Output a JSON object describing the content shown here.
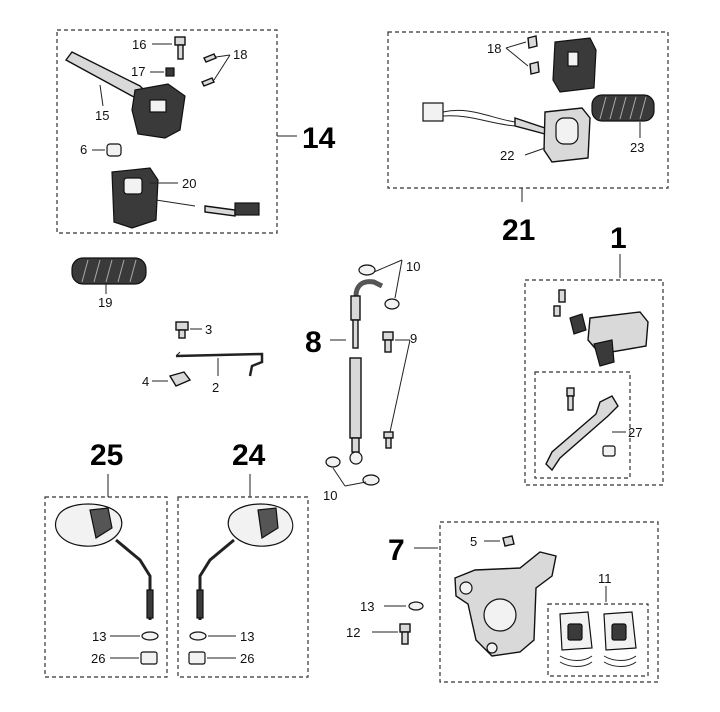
{
  "groups": {
    "g1": "1",
    "g7": "7",
    "g8": "8",
    "g14": "14",
    "g21": "21",
    "g24": "24",
    "g25": "25"
  },
  "labels": {
    "n2": "2",
    "n3": "3",
    "n4": "4",
    "n5": "5",
    "n6": "6",
    "n9": "9",
    "n10a": "10",
    "n10b": "10",
    "n11": "11",
    "n12": "12",
    "n13a": "13",
    "n13b": "13",
    "n13c": "13",
    "n15": "15",
    "n16": "16",
    "n17": "17",
    "n18a": "18",
    "n18b": "18",
    "n19": "19",
    "n20": "20",
    "n22": "22",
    "n23": "23",
    "n26a": "26",
    "n26b": "26",
    "n27": "27"
  },
  "icons": {
    "brake-lever": "brake-lever-icon",
    "mirror": "rear-view-mirror-icon",
    "grip": "handlebar-grip-icon",
    "caliper": "brake-caliper-icon",
    "hose": "brake-hose-icon"
  }
}
